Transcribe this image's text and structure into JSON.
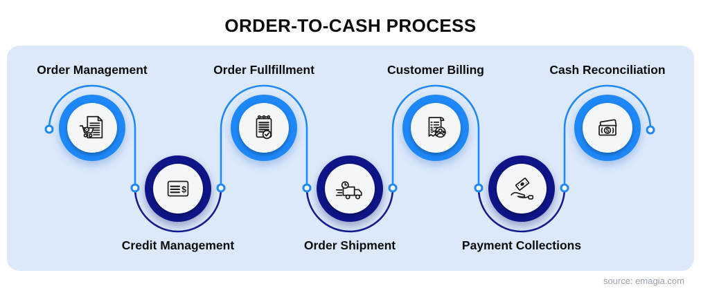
{
  "title": "ORDER-TO-CASH PROCESS",
  "source": "source: emagia.com",
  "colors": {
    "accent_blue": "#1e88f8",
    "navy_ring": "#0e1687",
    "navy_arc": "#141c90",
    "panel_background": "#dce9fb",
    "inner_circle": "#f5f6f8",
    "text": "#0b0b0b",
    "source_text": "#9aa1aa"
  },
  "steps": [
    {
      "label": "Order Management",
      "position": "top",
      "ring": "blue",
      "icon": "order-document-cart-icon"
    },
    {
      "label": "Credit Management",
      "position": "bottom",
      "ring": "navy",
      "icon": "credit-card-dollar-icon"
    },
    {
      "label": "Order Fullfillment",
      "position": "top",
      "ring": "blue",
      "icon": "clipboard-check-icon"
    },
    {
      "label": "Order Shipment",
      "position": "bottom",
      "ring": "navy",
      "icon": "delivery-truck-icon"
    },
    {
      "label": "Customer Billing",
      "position": "top",
      "ring": "blue",
      "icon": "invoice-customer-icon"
    },
    {
      "label": "Payment Collections",
      "position": "bottom",
      "ring": "navy",
      "icon": "hand-money-icon"
    },
    {
      "label": "Cash Reconciliation",
      "position": "top",
      "ring": "blue",
      "icon": "cash-notes-icon"
    }
  ]
}
